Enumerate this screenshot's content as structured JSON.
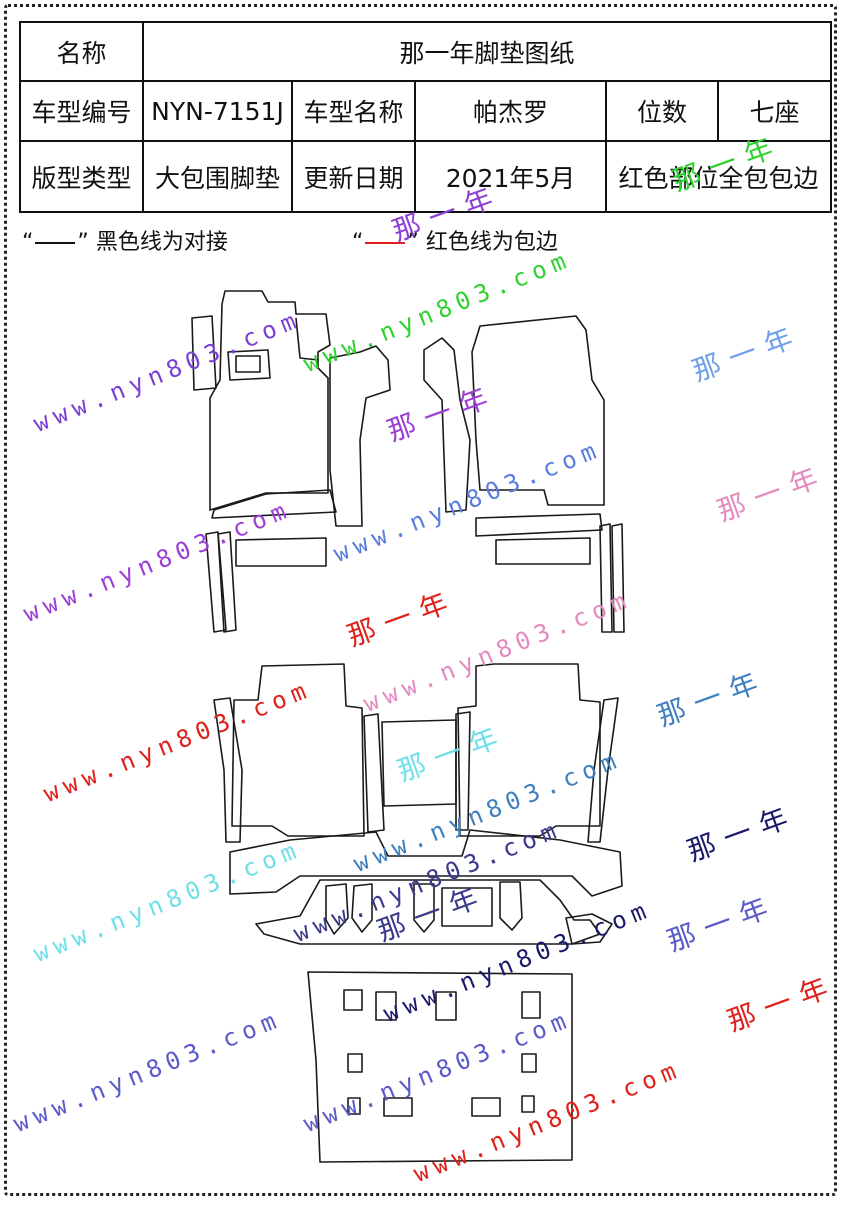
{
  "table": {
    "r1": {
      "label": "名称",
      "value": "那一年脚垫图纸"
    },
    "r2": {
      "model_no_label": "车型编号",
      "model_no": "NYN-7151J",
      "model_name_label": "车型名称",
      "model_name": "帕杰罗",
      "seats_label": "位数",
      "seats": "七座"
    },
    "r3": {
      "type_label": "版型类型",
      "type": "大包围脚垫",
      "date_label": "更新日期",
      "date": "2021年5月",
      "note": "红色部位全包包边"
    }
  },
  "legend": {
    "open_quote": "“",
    "close_quote": "”",
    "black_text": "黑色线为对接",
    "red_text": "红色线为包边"
  },
  "watermark": {
    "url": "www.nyn803.com",
    "brand": "那一年"
  },
  "colors": {
    "line": "#1a1a1a",
    "red_line": "#e0201a",
    "border": "#222222"
  }
}
